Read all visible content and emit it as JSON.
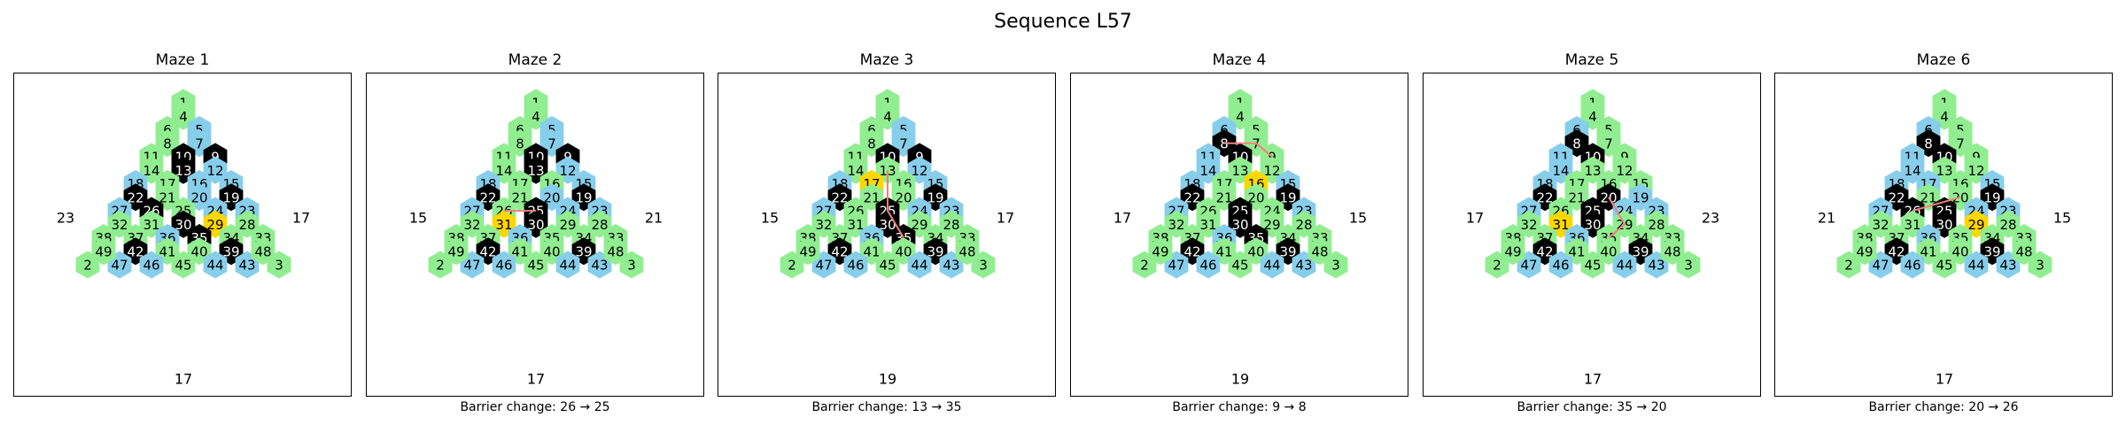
{
  "title": "Sequence L57",
  "colors": {
    "green": "#90EE90",
    "blue": "#87CEEB",
    "black": "#000000",
    "yellow": "#FFD700",
    "path": "#F08080"
  },
  "triangle_rows": [
    [
      1
    ],
    [
      4
    ],
    [
      6,
      5
    ],
    [
      8,
      7
    ],
    [
      11,
      10,
      9
    ],
    [
      14,
      13,
      12
    ],
    [
      18,
      17,
      16,
      15
    ],
    [
      22,
      21,
      20,
      19
    ],
    [
      27,
      26,
      25,
      24,
      23
    ],
    [
      32,
      31,
      30,
      29,
      28
    ],
    [
      38,
      37,
      36,
      35,
      34,
      33
    ],
    [
      49,
      42,
      41,
      40,
      39,
      48
    ],
    [
      2,
      47,
      46,
      45,
      44,
      43,
      3
    ]
  ],
  "mazes": [
    {
      "title": "Maze 1",
      "left_number": "23",
      "right_number": "17",
      "bottom_number": "17",
      "caption": "",
      "blue": [
        5,
        7,
        12,
        15,
        16,
        18,
        20,
        23,
        24,
        27,
        36,
        43,
        44,
        46,
        47
      ],
      "black": [
        9,
        10,
        13,
        19,
        22,
        26,
        30,
        35,
        39,
        42
      ],
      "yellow": [
        29
      ],
      "path": []
    },
    {
      "title": "Maze 2",
      "left_number": "15",
      "right_number": "21",
      "bottom_number": "17",
      "caption": "Barrier change: 26 → 25",
      "blue": [
        5,
        7,
        12,
        15,
        18,
        20,
        23,
        24,
        27,
        36,
        43,
        44,
        46,
        47
      ],
      "black": [
        9,
        10,
        13,
        19,
        22,
        25,
        30,
        39,
        42
      ],
      "yellow": [
        31
      ],
      "path": [
        26,
        25
      ]
    },
    {
      "title": "Maze 3",
      "left_number": "15",
      "right_number": "17",
      "bottom_number": "19",
      "caption": "Barrier change: 13 → 35",
      "blue": [
        5,
        7,
        12,
        15,
        18,
        23,
        24,
        27,
        36,
        43,
        44,
        46,
        47
      ],
      "black": [
        9,
        10,
        19,
        22,
        25,
        30,
        35,
        39,
        42
      ],
      "yellow": [
        17
      ],
      "path": [
        13,
        25,
        35
      ]
    },
    {
      "title": "Maze 4",
      "left_number": "17",
      "right_number": "15",
      "bottom_number": "19",
      "caption": "Barrier change: 9 → 8",
      "blue": [
        6,
        11,
        14,
        15,
        18,
        23,
        27,
        36,
        43,
        44,
        46,
        47
      ],
      "black": [
        8,
        10,
        19,
        22,
        25,
        30,
        35,
        39,
        42
      ],
      "yellow": [
        16
      ],
      "path": [
        8,
        7,
        9
      ]
    },
    {
      "title": "Maze 5",
      "left_number": "17",
      "right_number": "23",
      "bottom_number": "17",
      "caption": "Barrier change: 35 → 20",
      "blue": [
        6,
        11,
        14,
        18,
        19,
        23,
        24,
        27,
        36,
        43,
        44,
        46,
        47
      ],
      "black": [
        8,
        10,
        20,
        22,
        25,
        30,
        39,
        42
      ],
      "yellow": [
        31
      ],
      "path": [
        20,
        29,
        35
      ]
    },
    {
      "title": "Maze 6",
      "left_number": "21",
      "right_number": "15",
      "bottom_number": "17",
      "caption": "Barrier change: 20 → 26",
      "blue": [
        6,
        11,
        14,
        15,
        17,
        18,
        23,
        24,
        27,
        36,
        43,
        44,
        46,
        47
      ],
      "black": [
        8,
        10,
        19,
        22,
        25,
        26,
        30,
        39,
        42
      ],
      "yellow": [
        29
      ],
      "path": [
        20,
        26
      ]
    }
  ]
}
